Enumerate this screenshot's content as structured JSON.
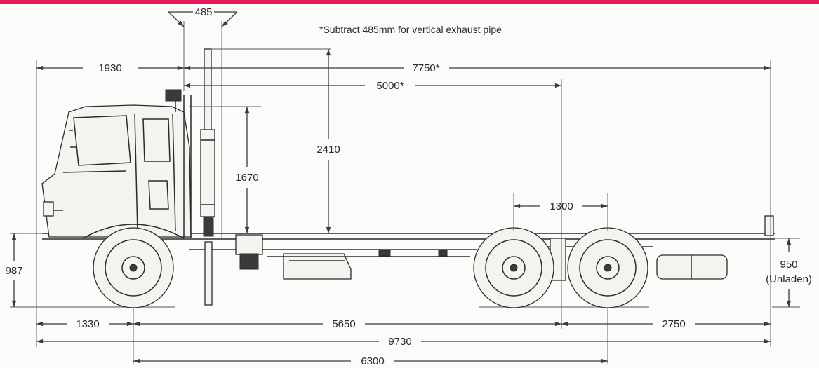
{
  "colors": {
    "accent_band": "#e3195a",
    "line": "#3a3a3a",
    "background": "#fbfbf9"
  },
  "note": "*Subtract 485mm for vertical exhaust pipe",
  "dimensions": {
    "exhaust_offset": "485",
    "front_to_cab_back": "1930",
    "overall_length_top": "7750*",
    "cab_to_bogie": "5000*",
    "exhaust_height": "2410",
    "cab_height": "1670",
    "bogie_spacing": "1300",
    "frame_height": "987",
    "unladen_height": "950",
    "unladen_label": "(Unladen)",
    "front_overhang": "1330",
    "wheelbase": "5650",
    "rear_overhang": "2750",
    "overall_length": "9730",
    "front_axle_to_rear": "6300"
  }
}
